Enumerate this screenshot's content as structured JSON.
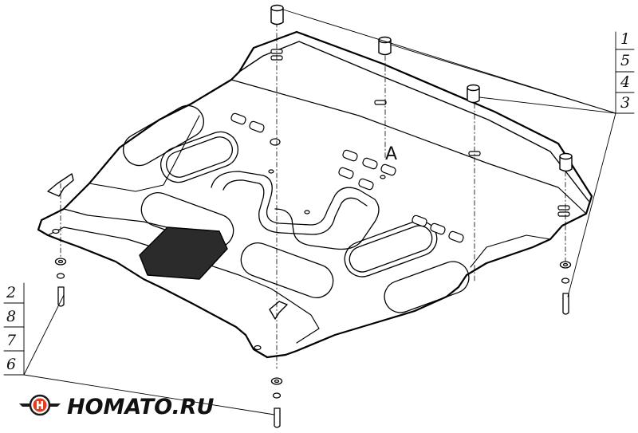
{
  "diagram": {
    "part_label": "A",
    "callouts_right": [
      "1",
      "5",
      "4",
      "3"
    ],
    "callouts_left": [
      "2",
      "8",
      "7",
      "6"
    ]
  },
  "brand": {
    "logo_icon": "homato-logo-icon",
    "name": "HOMATO.RU",
    "colors": {
      "accent": "#e53b1f",
      "dark": "#1a1a1a"
    }
  }
}
